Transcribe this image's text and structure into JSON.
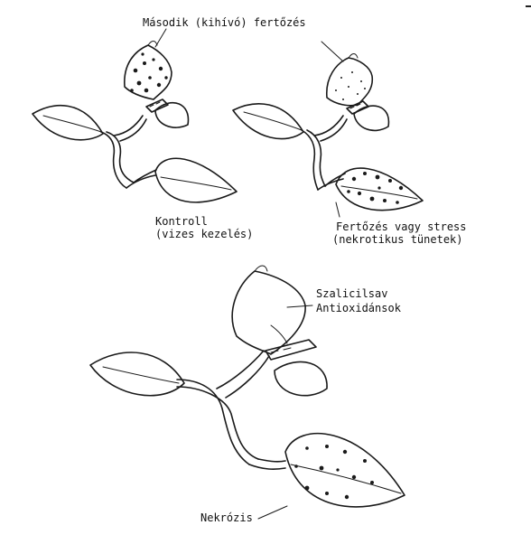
{
  "labels": {
    "second_infection": "Második (kihívó) fertőzés",
    "control_line1": "Kontroll",
    "control_line2": "(vizes kezelés)",
    "infection_line1": "Fertőzés vagy stress",
    "infection_line2": "(nekrotikus tünetek)",
    "salicylic": "Szalicilsav",
    "antioxidants": "Antioxidánsok",
    "necrosis": "Nekrózis"
  }
}
